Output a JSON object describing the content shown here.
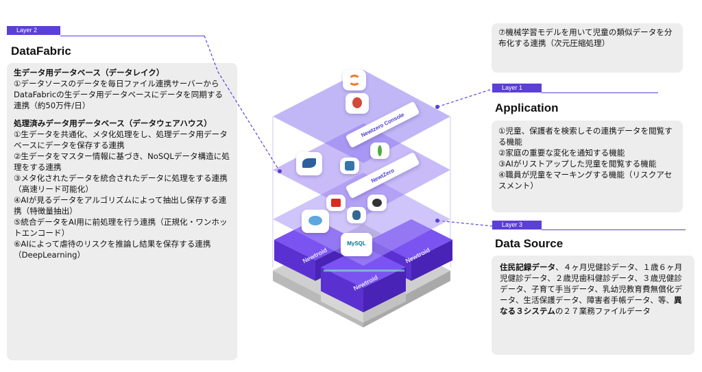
{
  "layer2": {
    "tag": "Layer 2",
    "heading": "DataFabric",
    "sections": [
      {
        "title": "生データ用データベース（データレイク）",
        "items": [
          "①データソースのデータを毎日ファイル連携サーバーからDataFabricの生データ用データベースにデータを同期する連携（約50万件/日）"
        ]
      },
      {
        "title": "処理済みデータ用データベース（データウェアハウス）",
        "items": [
          "①生データを共通化、メタ化処理をし、処理データ用データベースにデータを保存する連携",
          "②生データをマスター情報に基づき、NoSQLデータ構造に処理をする連携",
          "③メタ化されたデータを統合されたデータに処理をする連携（高速リード可能化）",
          "④AIが見るデータをアルゴリズムによって抽出し保存する連携（特徴量抽出）",
          "⑤統合データをAI用に前処理を行う連携（正規化・ワンホットエンコード）",
          "⑥AIによって虐待のリスクを推論し結果を保存する連携（DeepLearning）"
        ]
      }
    ]
  },
  "top_right_note": "⑦機械学習モデルを用いて児童の類似データを分布化する連携（次元圧縮処理）",
  "layer1": {
    "tag": "Layer 1",
    "heading": "Application",
    "items": [
      "①児童、保護者を検索しその連携データを閲覧する機能",
      "②家庭の重要な変化を通知する機能",
      "③AIがリストアップした児童を閲覧する機能",
      "④職員が児童をマーキングする機能（リスクアセスメント）"
    ]
  },
  "layer3": {
    "tag": "Layer 3",
    "heading": "Data Source",
    "text_bold_1": "住民記録データ",
    "text_1": "、４ヶ月児健診データ、１歳６ヶ月児健診データ、２歳児歯科健診データ、３歳児健診データ、子育て手当データ、乳幼児教育費無償化データ、生活保護データ、障害者手帳データ、等、",
    "text_bold_2": "異なる３システム",
    "text_2": "の２７業務ファイルデータ"
  },
  "diagram": {
    "console_label": "Newtzero Console",
    "newtzero_label": "NewtZero",
    "newtroid_label": "Newtroid",
    "mysql_label": "MySQL",
    "jupyter_label": "jupyter",
    "colors": {
      "accent": "#5b3fd6",
      "layer": "#8e7bf0",
      "block": "#6a3de8",
      "panel": "#ededed"
    }
  }
}
